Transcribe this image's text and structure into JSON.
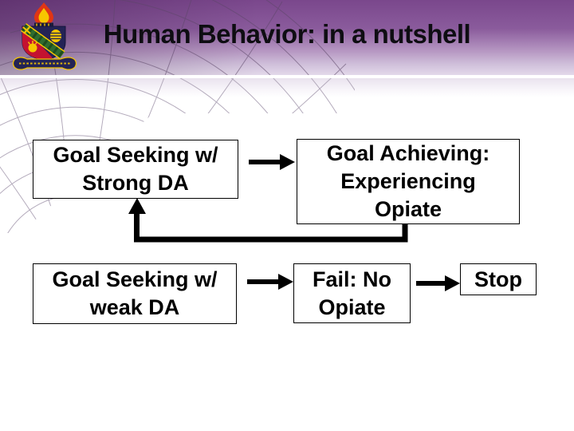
{
  "title": "Human Behavior: in a nutshell",
  "header": {
    "band_top_color": "#7a478c",
    "band_bottom_color": "#e3d9ea",
    "divider_color": "#ffffff",
    "title_color": "#0e0d12"
  },
  "logo": {
    "icon": "army-ordnance-crest-icon",
    "description_colors": {
      "flame": "#e03515",
      "flame_inner": "#f7c600",
      "shield_navy": "#232355",
      "shield_red": "#c41230",
      "bend_green": "#2f6b2f",
      "gold": "#f7c600"
    }
  },
  "background": {
    "globe_wireframe_color": "#b4abbc",
    "slide_color": "#ffffff"
  },
  "diagram": {
    "boxes": [
      {
        "id": "goal-seeking-strong-da",
        "lines": [
          "Goal Seeking w/",
          "Strong DA"
        ]
      },
      {
        "id": "goal-achieving",
        "lines": [
          "Goal Achieving:",
          "Experiencing",
          "Opiate"
        ]
      },
      {
        "id": "goal-seeking-weak-da",
        "lines": [
          "Goal Seeking w/",
          "weak DA"
        ]
      },
      {
        "id": "fail-no-opiate",
        "lines": [
          "Fail: No",
          "Opiate"
        ]
      },
      {
        "id": "stop",
        "lines": [
          "Stop"
        ]
      }
    ],
    "connections": [
      {
        "from": "goal-seeking-strong-da",
        "to": "goal-achieving",
        "type": "arrow-right"
      },
      {
        "from": "goal-achieving",
        "to": "goal-seeking-strong-da",
        "type": "elbow-feedback-arrow"
      },
      {
        "from": "goal-seeking-weak-da",
        "to": "fail-no-opiate",
        "type": "arrow-right"
      },
      {
        "from": "fail-no-opiate",
        "to": "stop",
        "type": "arrow-right"
      }
    ],
    "arrow_color": "#000000",
    "box_border_color": "#000000",
    "box_fill_color": "#ffffff"
  }
}
